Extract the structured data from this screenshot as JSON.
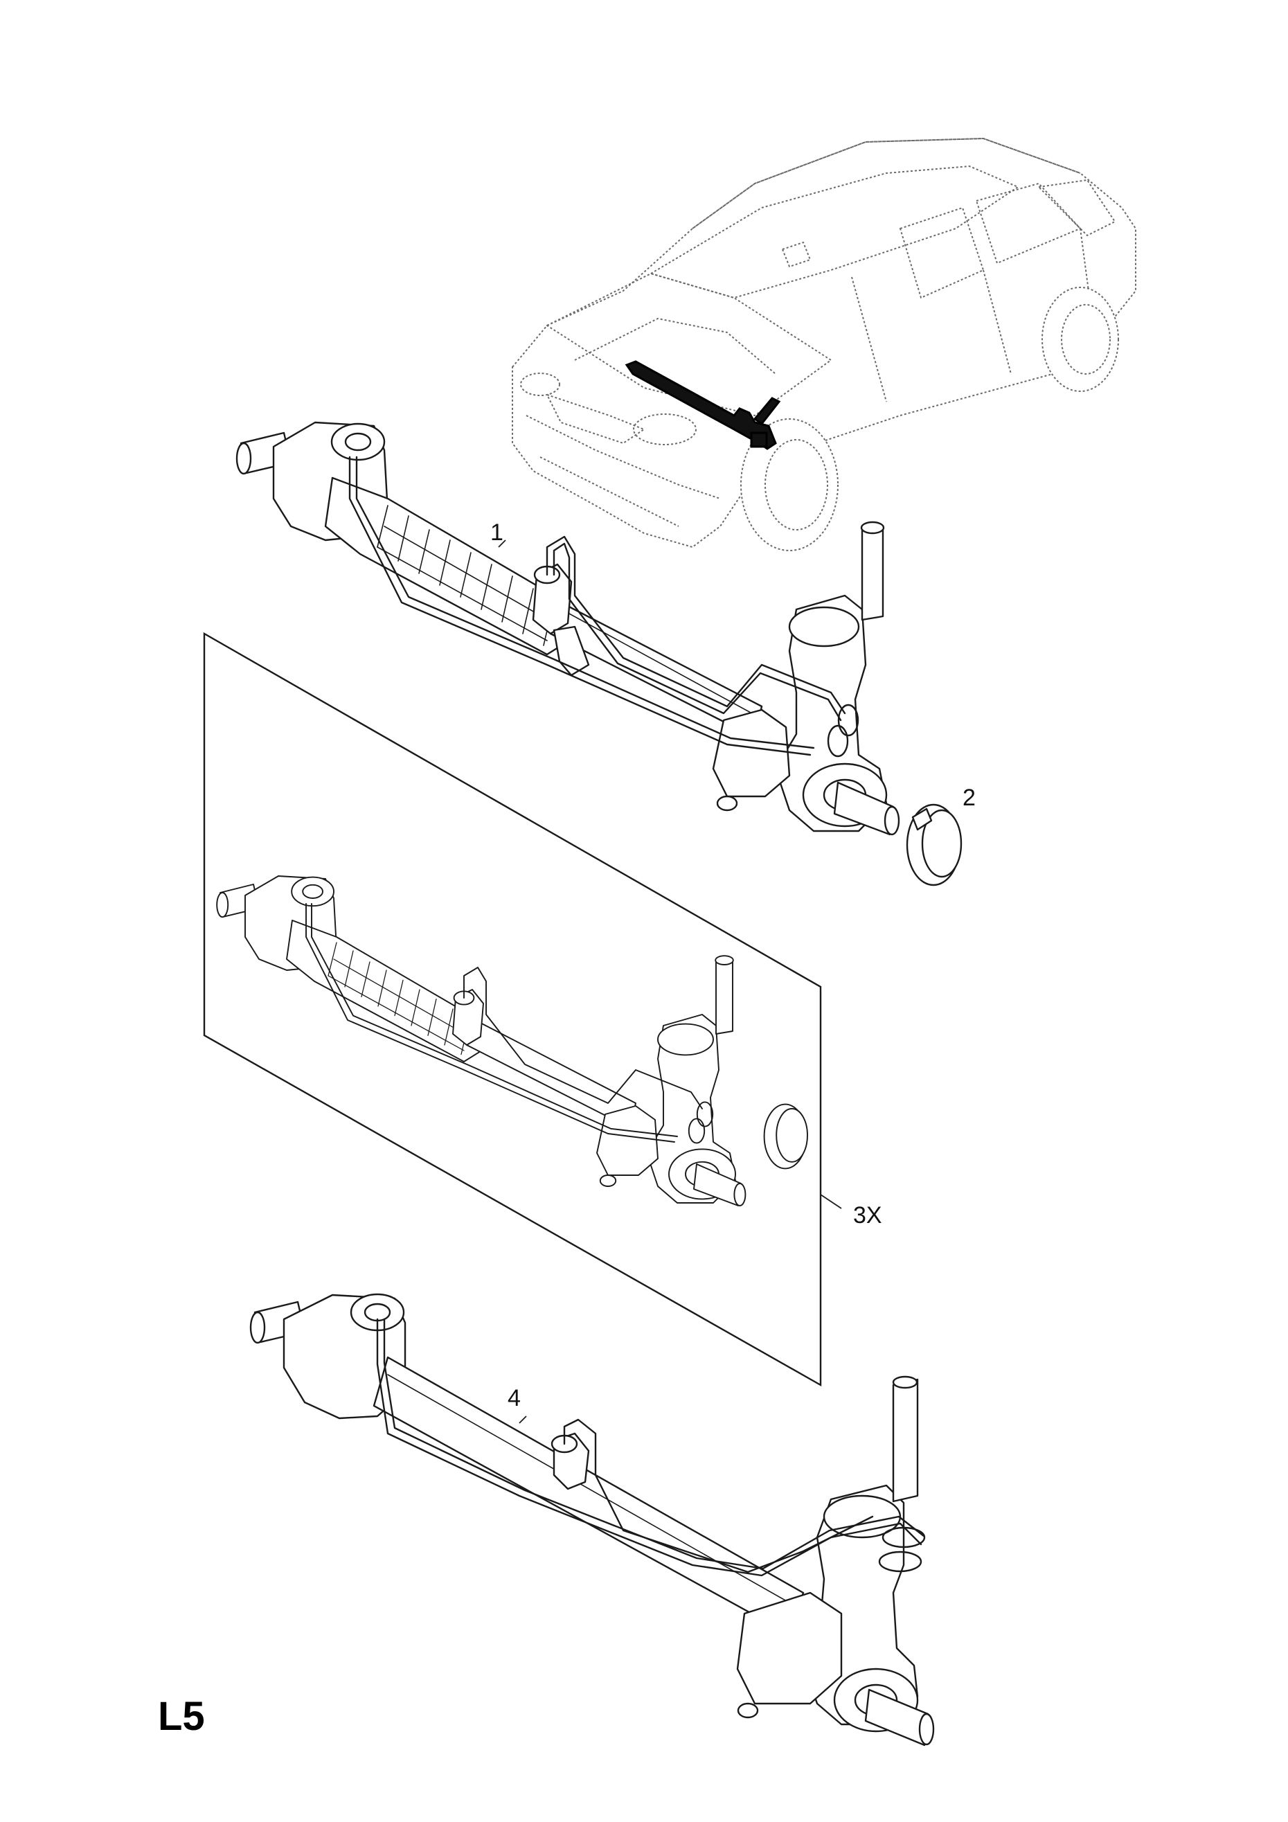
{
  "page_code": "L5",
  "callouts": {
    "item_1": "1",
    "item_2": "2",
    "item_3": "3X",
    "item_4": "4"
  }
}
